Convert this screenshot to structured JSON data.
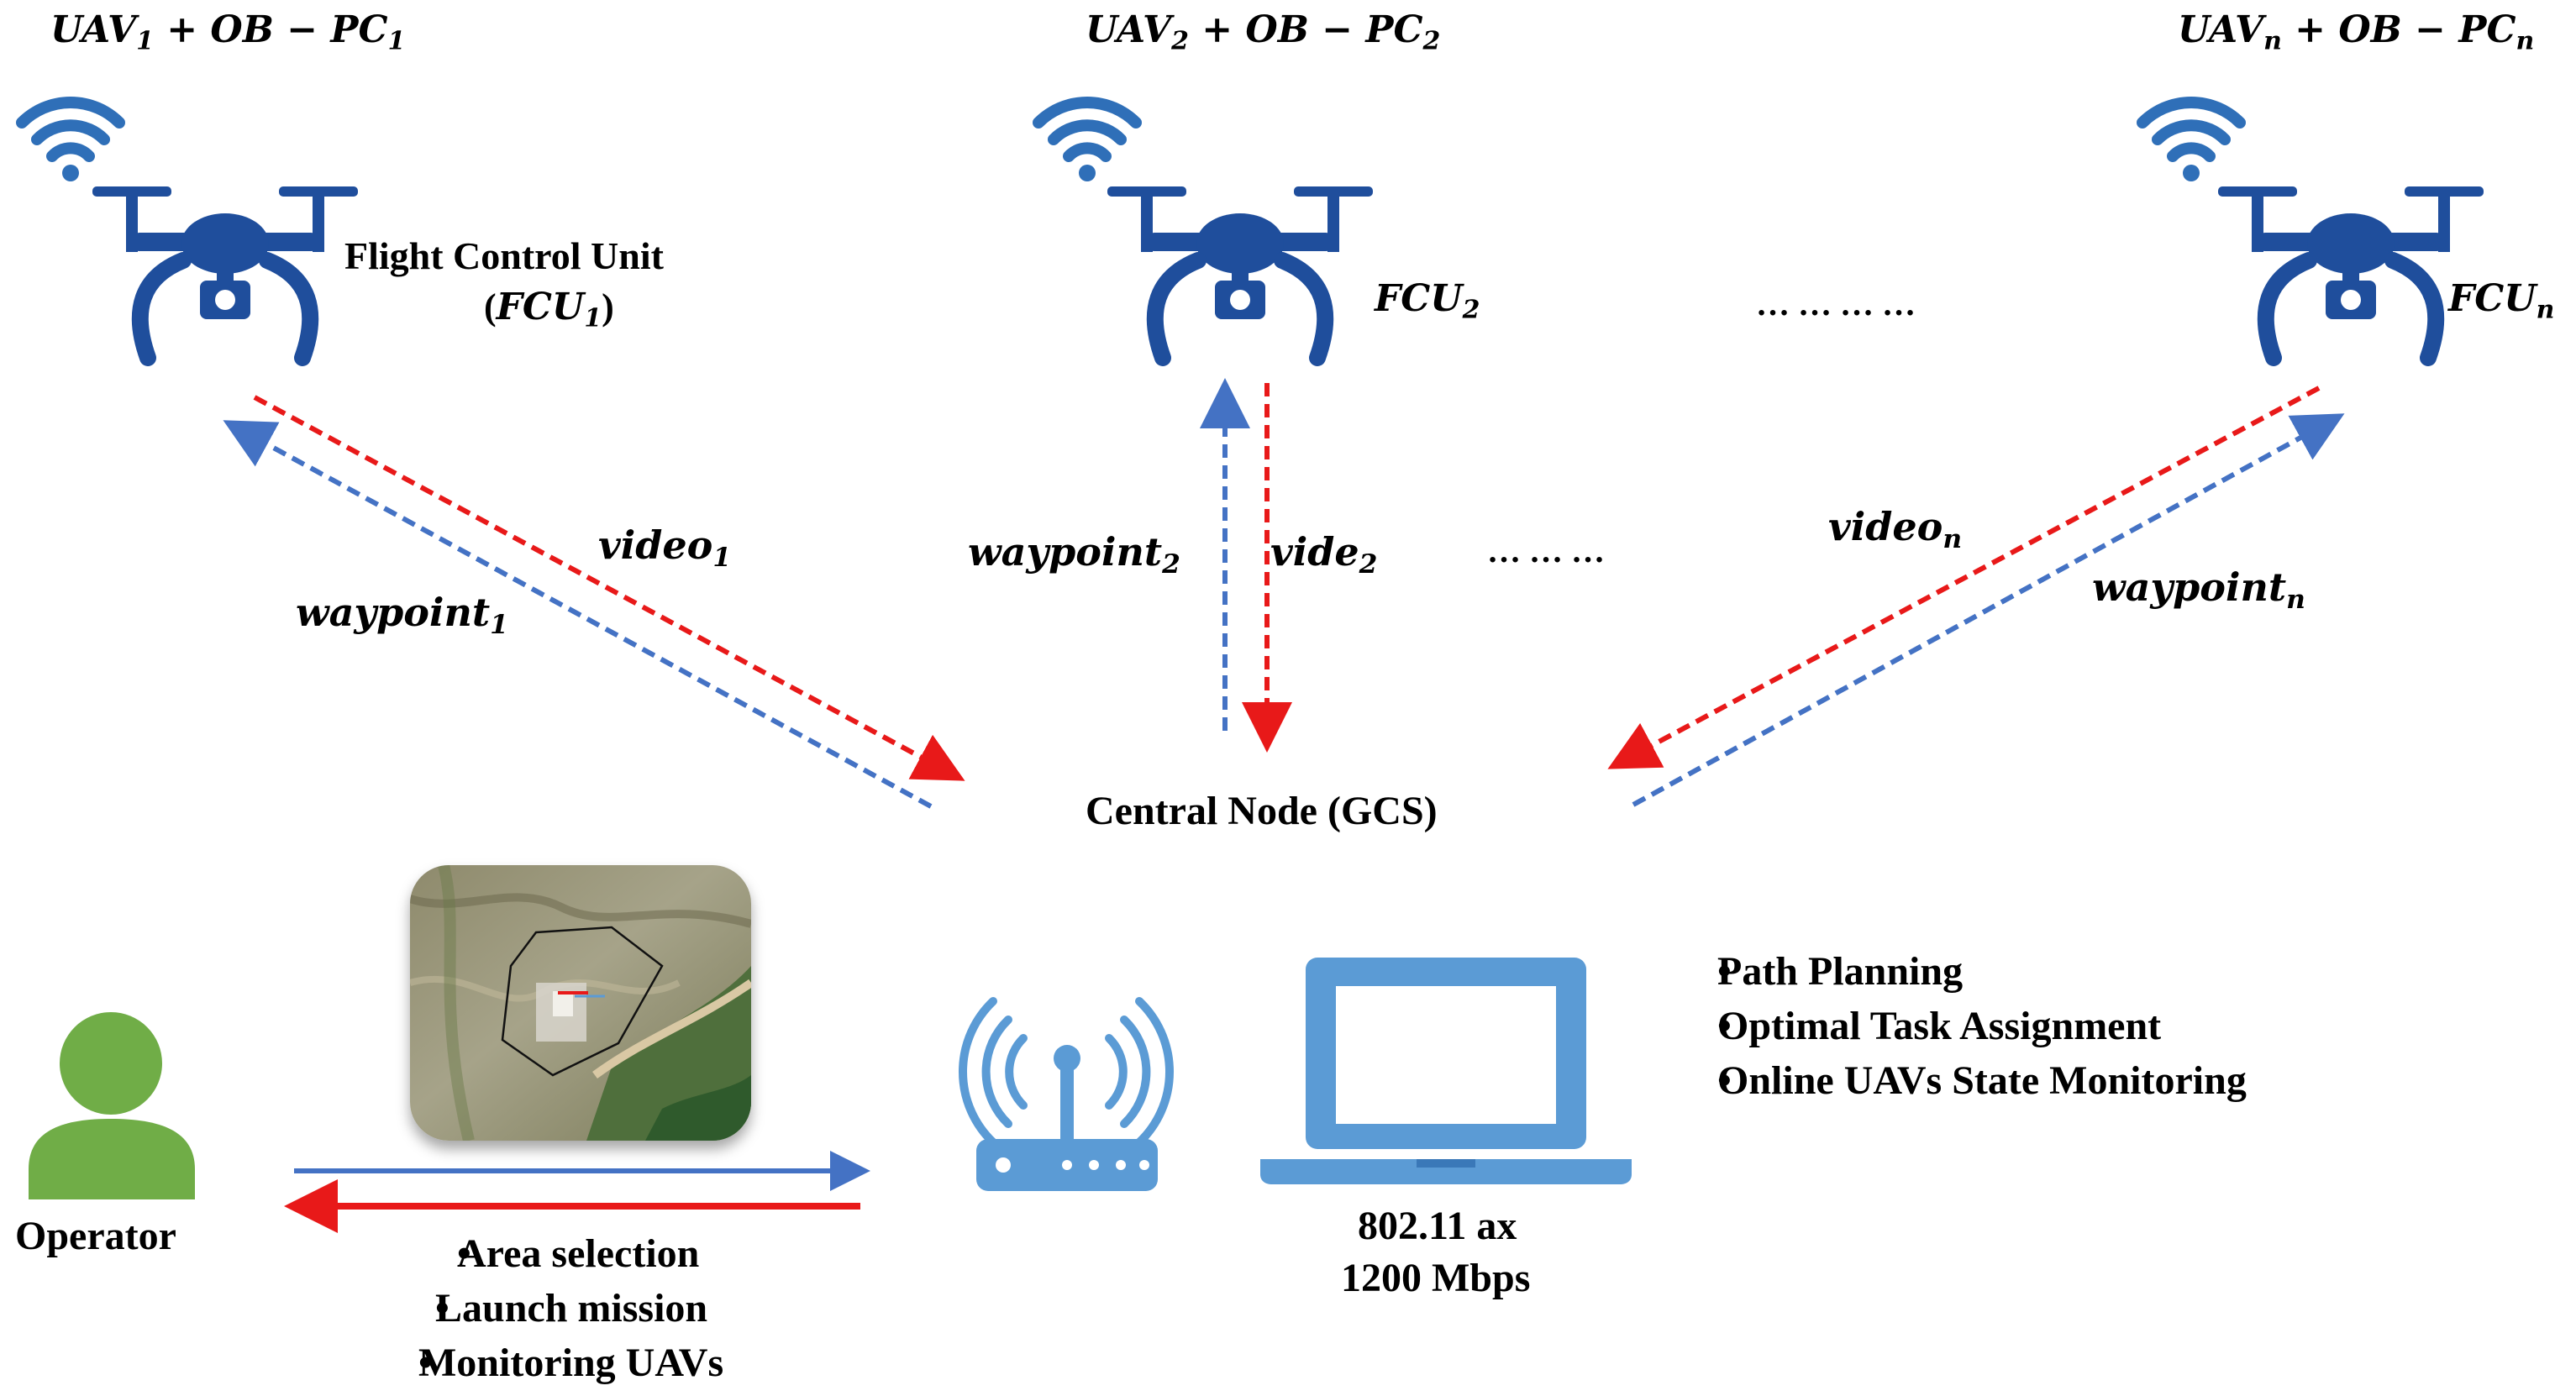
{
  "uavs": [
    {
      "title_main": "UAV",
      "title_sub": "1",
      "title_rest": " + OB − PC",
      "title_sub2": "1",
      "fcu_line1": "Flight Control Unit",
      "fcu_main": "FCU",
      "fcu_sub": "1",
      "fcu_open": "(",
      "fcu_close": ")"
    },
    {
      "title_main": "UAV",
      "title_sub": "2",
      "title_rest": " + OB − PC",
      "title_sub2": "2",
      "fcu_main": "FCU",
      "fcu_sub": "2"
    },
    {
      "title_main": "UAV",
      "title_sub": "n",
      "title_rest": " + OB − PC",
      "title_sub2": "n",
      "fcu_main": "FCU",
      "fcu_sub": "n"
    }
  ],
  "ellipsis_top": "… … … …",
  "ellipsis_mid": "… … …",
  "links": {
    "video1": {
      "main": "video",
      "sub": "1"
    },
    "waypoint1": {
      "main": "waypoint",
      "sub": "1"
    },
    "waypoint2": {
      "main": "waypoint",
      "sub": "2"
    },
    "video2": {
      "main": "vide",
      "sub": "2"
    },
    "videon": {
      "main": "video",
      "sub": "n"
    },
    "waypointn": {
      "main": "waypoint",
      "sub": "n"
    }
  },
  "central_node": "Central Node (GCS)",
  "operator": "Operator",
  "operator_tasks": [
    "Area selection",
    "Launch mission",
    "Monitoring UAVs"
  ],
  "gcs_tasks": [
    "Path Planning",
    "Optimal Task Assignment",
    "Online UAVs State Monitoring"
  ],
  "wifi_standard": "802.11 ax",
  "wifi_rate": "1200 Mbps",
  "icons": [
    "wifi-icon",
    "drone-icon",
    "router-icon",
    "laptop-icon",
    "person-icon",
    "map-thumbnail"
  ],
  "colors": {
    "drone_blue": "#1f4e9c",
    "wifi_blue": "#2f6fb8",
    "link_red": "#e81919",
    "link_blue": "#4472c4",
    "device_blue": "#5b9bd5",
    "operator_green": "#70ad47"
  }
}
